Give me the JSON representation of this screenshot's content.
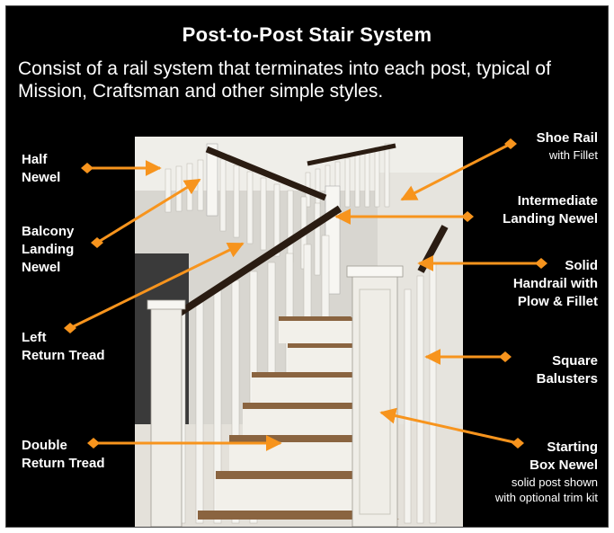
{
  "title": "Post-to-Post Stair System",
  "subtitle": "Consist of a rail system that terminates into each post, typical of Mission, Craftsman and other simple styles.",
  "colors": {
    "background": "#000000",
    "text": "#ffffff",
    "arrow": "#f7941d"
  },
  "labels": [
    {
      "line1": "Half",
      "line2": "Newel"
    },
    {
      "line1": "Balcony",
      "line2": "Landing",
      "line3": "Newel"
    },
    {
      "line1": "Left",
      "line2": "Return Tread"
    },
    {
      "line1": "Double",
      "line2": "Return Tread"
    },
    {
      "line1": "Shoe Rail",
      "line2": "with Fillet"
    },
    {
      "line1": "Intermediate",
      "line2": "Landing Newel"
    },
    {
      "line1": "Solid",
      "line2": "Handrail with",
      "line3": "Plow & Fillet"
    },
    {
      "line1": "Square",
      "line2": "Balusters"
    },
    {
      "line1": "Starting",
      "line2": "Box Newel",
      "line3": "solid post shown",
      "line4": "with optional trim kit"
    }
  ]
}
